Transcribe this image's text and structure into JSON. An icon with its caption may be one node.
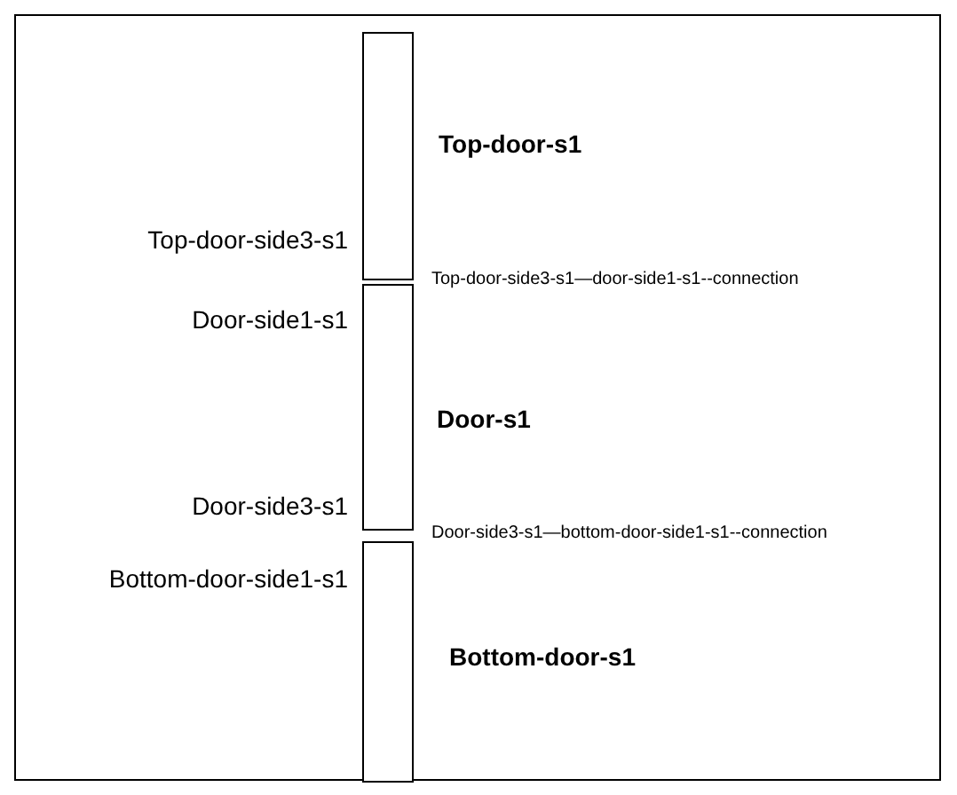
{
  "diagram": {
    "nodes": [
      {
        "text": [
          "Top-door-s1"
        ]
      },
      {
        "text": [
          "Door-s1"
        ]
      },
      {
        "text": [
          "Bottom-door-s1"
        ]
      }
    ],
    "labels": [
      "Top-door-side3-s1",
      "Top-door-side3-s1—door-side1-s1--connection",
      "Door-side1-s1",
      "Door-side3-s1",
      "Door-side3-s1—bottom-door-side1-s1--connection",
      "Bottom-door-side1-s1"
    ]
  }
}
